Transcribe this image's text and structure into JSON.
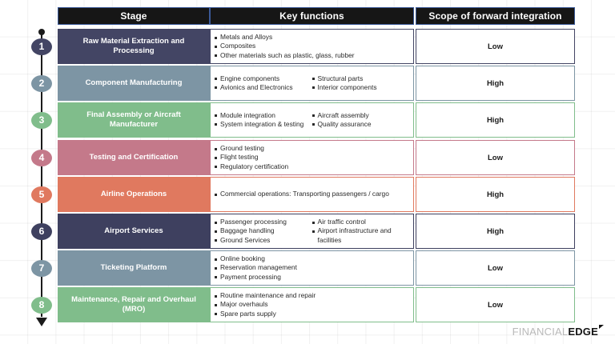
{
  "headers": {
    "stage": "Stage",
    "key_functions": "Key functions",
    "scope": "Scope of forward integration",
    "bg_color": "#161616",
    "border_color": "#3b5a99",
    "text_color": "#ffffff"
  },
  "timeline": {
    "start_marker": "dot",
    "end_marker": "arrow",
    "line_color": "#1b1b1b"
  },
  "rows": [
    {
      "number": "1",
      "stage": "Raw Material Extraction and Processing",
      "color": "#434564",
      "key_functions_left": [
        "Metals and Alloys",
        "Composites",
        "Other materials such as plastic, glass, rubber"
      ],
      "key_functions_right": [],
      "single_column": true,
      "scope": "Low"
    },
    {
      "number": "2",
      "stage": "Component Manufacturing",
      "color": "#7d95a4",
      "key_functions_left": [
        "Engine components",
        "Avionics and Electronics"
      ],
      "key_functions_right": [
        "Structural parts",
        "Interior components"
      ],
      "single_column": false,
      "scope": "High"
    },
    {
      "number": "3",
      "stage": "Final Assembly or Aircraft Manufacturer",
      "color": "#80bd8b",
      "key_functions_left": [
        "Module integration",
        "System integration & testing"
      ],
      "key_functions_right": [
        "Aircraft assembly",
        "Quality assurance"
      ],
      "single_column": false,
      "scope": "High"
    },
    {
      "number": "4",
      "stage": "Testing and Certification",
      "color": "#c4798a",
      "key_functions_left": [
        "Ground testing",
        "Flight testing",
        "Regulatory certification"
      ],
      "key_functions_right": [],
      "single_column": true,
      "scope": "Low"
    },
    {
      "number": "5",
      "stage": "Airline Operations",
      "color": "#e0795f",
      "key_functions_left": [
        "Commercial operations: Transporting passengers / cargo"
      ],
      "key_functions_right": [],
      "single_column": true,
      "scope": "High"
    },
    {
      "number": "6",
      "stage": "Airport Services",
      "color": "#3e405f",
      "key_functions_left": [
        "Passenger processing",
        "Baggage handling",
        "Ground Services"
      ],
      "key_functions_right": [
        "Air traffic control",
        "Airport infrastructure and facilities"
      ],
      "single_column": false,
      "scope": "High"
    },
    {
      "number": "7",
      "stage": "Ticketing Platform",
      "color": "#7d95a4",
      "key_functions_left": [
        "Online booking",
        "Reservation management",
        "Payment processing"
      ],
      "key_functions_right": [],
      "single_column": true,
      "scope": "Low"
    },
    {
      "number": "8",
      "stage": "Maintenance, Repair and Overhaul (MRO)",
      "color": "#80bd8b",
      "key_functions_left": [
        "Routine maintenance and repair",
        "Major overhauls",
        "Spare parts supply"
      ],
      "key_functions_right": [],
      "single_column": true,
      "scope": "Low"
    }
  ],
  "logo": {
    "part1": "FINANCIAL",
    "part2": "EDGE"
  }
}
